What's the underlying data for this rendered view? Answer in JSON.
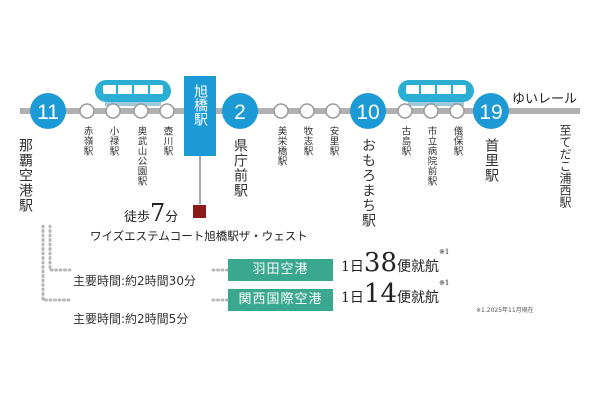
{
  "line_name": "ゆいレール",
  "end_station_label": "至てだこ浦西駅",
  "stations_major": [
    {
      "number": "11",
      "name": "那覇空港駅"
    },
    {
      "number": "2",
      "name": "県庁前駅"
    },
    {
      "number": "10",
      "name": "おもろまち駅"
    },
    {
      "number": "19",
      "name": "首里駅"
    }
  ],
  "stations_minor": [
    "赤嶺駅",
    "小禄駅",
    "奥武山公園駅",
    "壺川駅",
    "美栄橋駅",
    "牧志駅",
    "安里駅",
    "古島駅",
    "市立病院前駅",
    "儀保駅"
  ],
  "highlight_station": "旭橋駅",
  "walk": {
    "prefix": "徒歩",
    "minutes": "7",
    "unit": "分"
  },
  "property_name": "ワイズエステムコート旭橋駅ザ・ウェスト",
  "airports": [
    {
      "name": "羽田空港",
      "prefix": "1日",
      "count": "38",
      "suffix": "便就航",
      "mark": "※1",
      "time": "主要時間:約2時間30分"
    },
    {
      "name": "関西国際空港",
      "prefix": "1日",
      "count": "14",
      "suffix": "便就航",
      "mark": "※1",
      "time": "主要時間:約2時間5分"
    }
  ],
  "footnote": "※1.2025年11月現在",
  "colors": {
    "accent": "#1c9ad6",
    "airport": "#3aa88e",
    "track": "#b0b0b0",
    "property": "#8b1a1a",
    "dots": "#b8b8b8"
  }
}
